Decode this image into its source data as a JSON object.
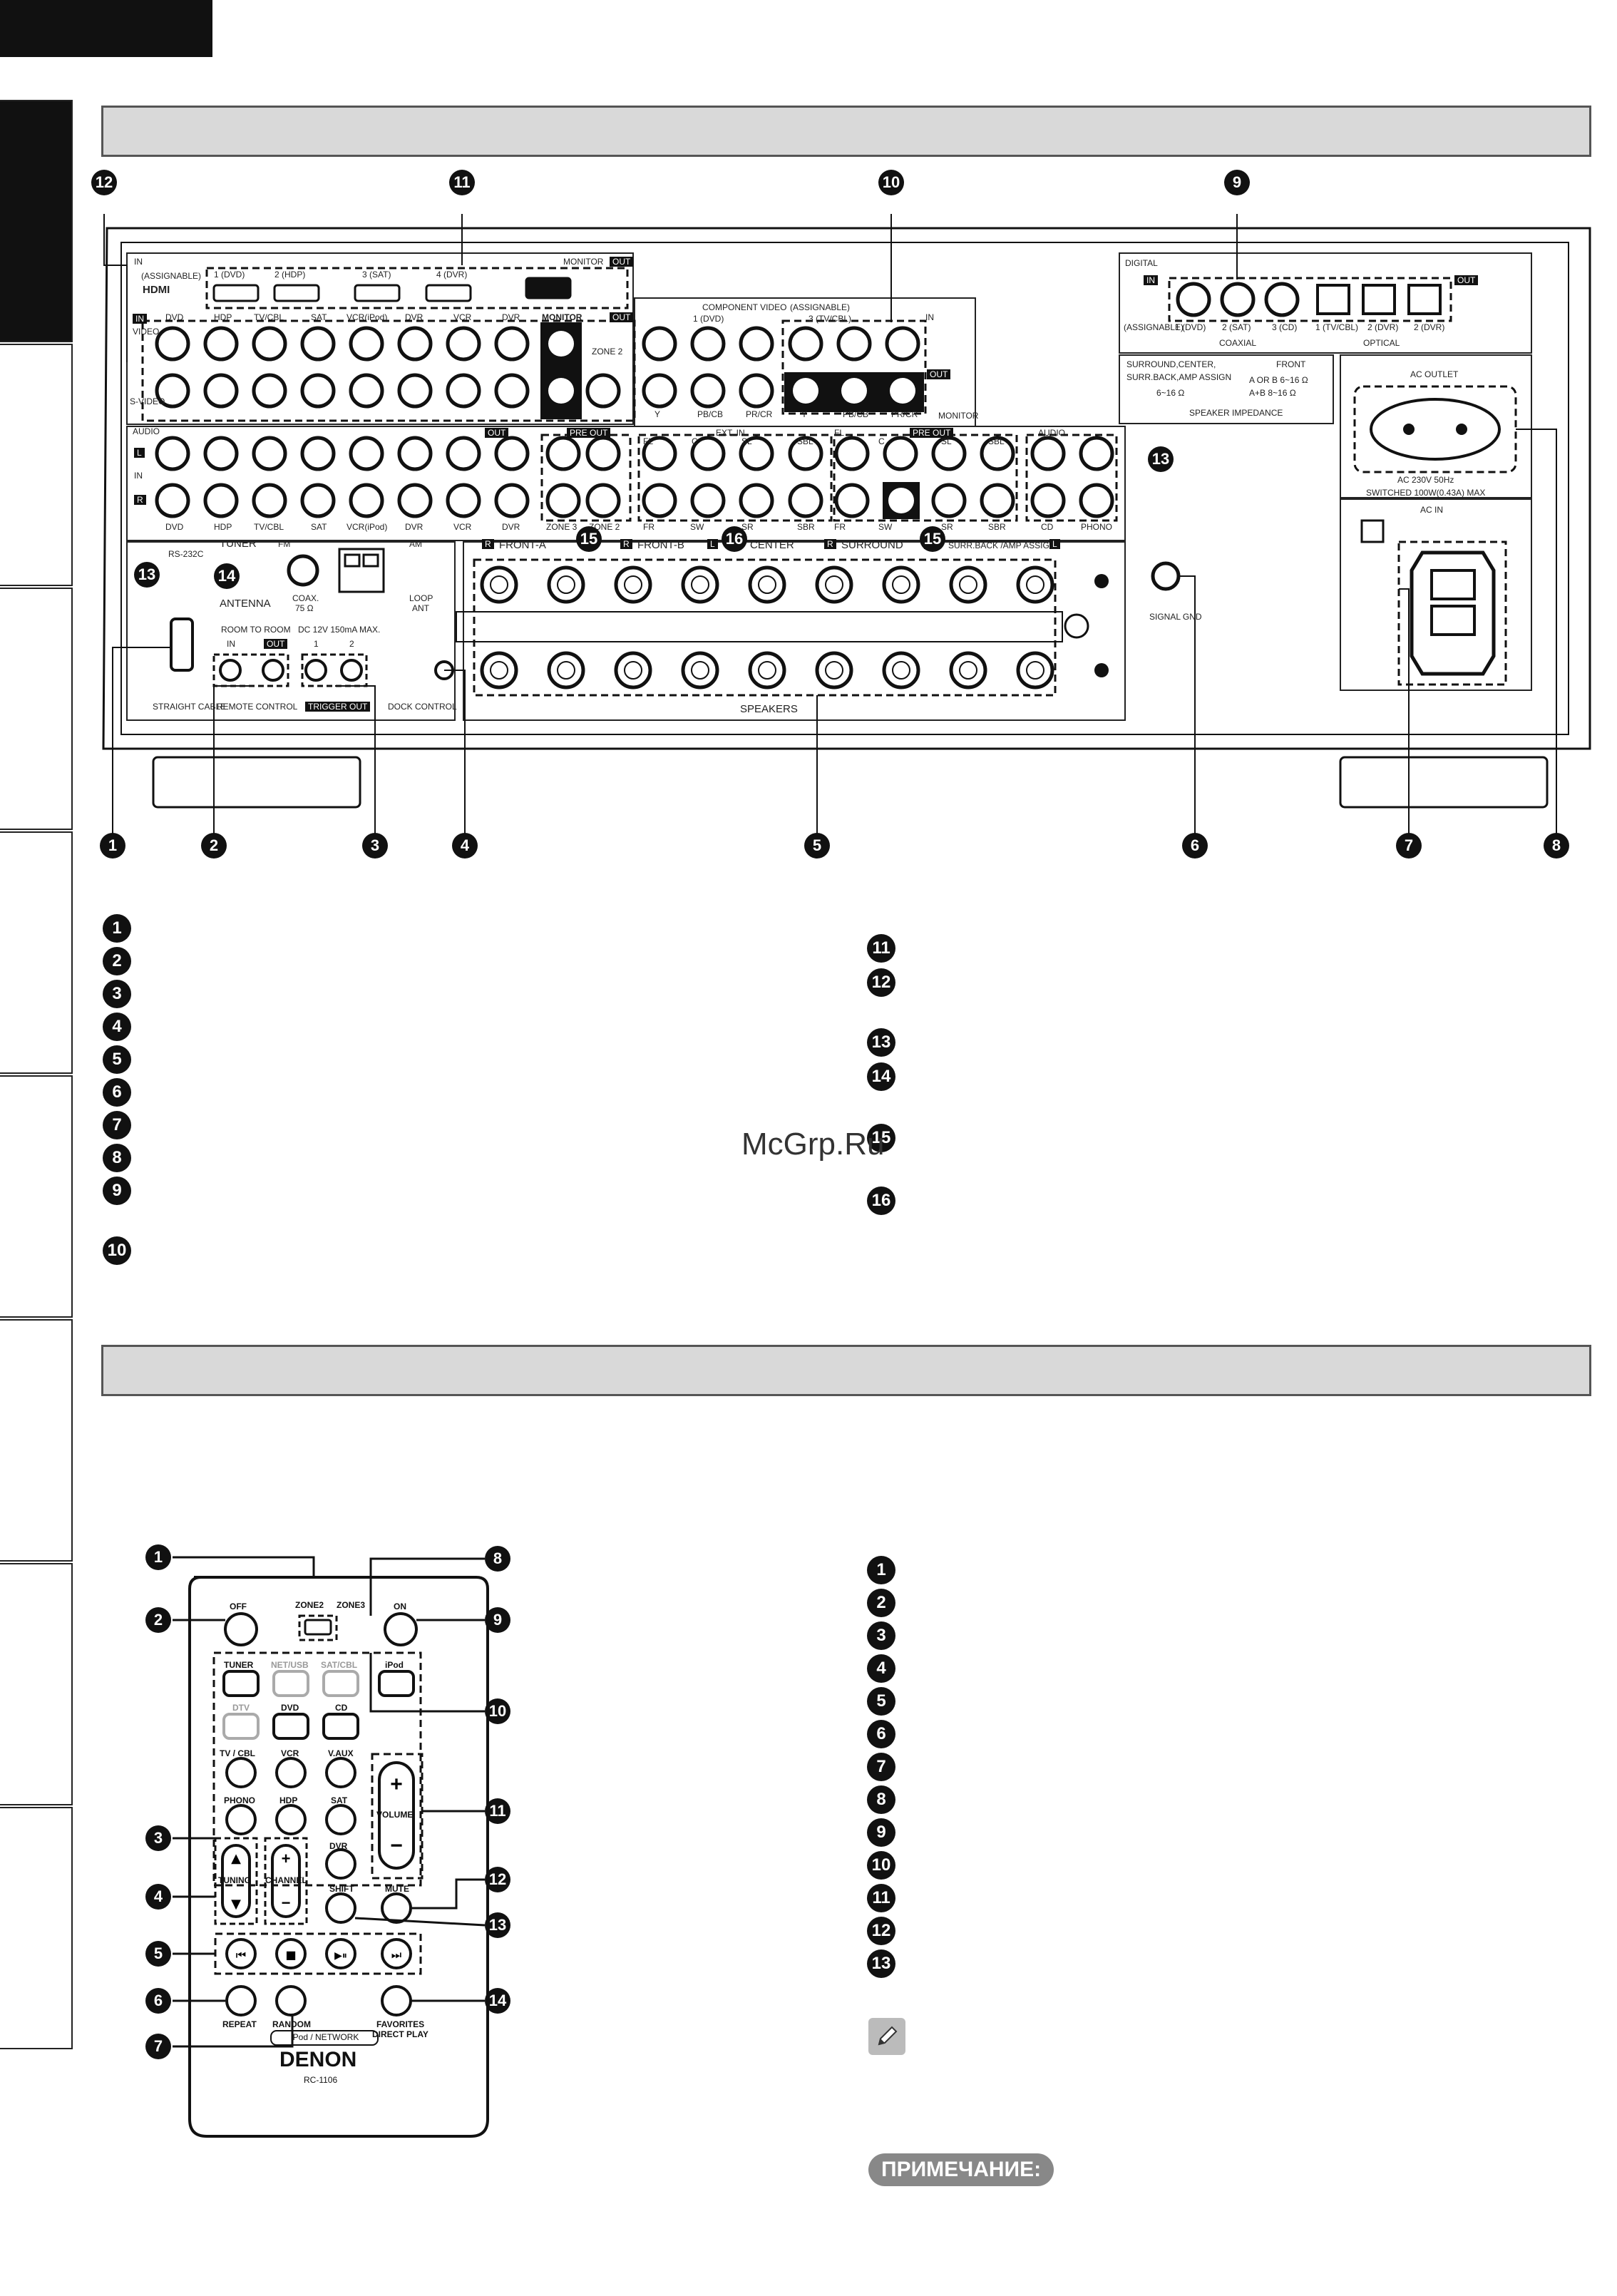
{
  "receiver": {
    "hdmi": {
      "in_tag": "IN",
      "assignable": "(ASSIGNABLE)",
      "title": "HDMI",
      "inputs": [
        "1   (DVD)",
        "2   (HDP)",
        "3   (SAT)",
        "4   (DVR)"
      ],
      "monitor": "MONITOR",
      "out_tag": "OUT"
    },
    "video": {
      "in_tag": "IN",
      "video": "VIDEO",
      "s_video": "S-VIDEO",
      "sources": [
        "DVD",
        "HDP",
        "TV/CBL",
        "SAT",
        "VCR(iPod)",
        "DVR",
        "VCR",
        "DVR"
      ],
      "monitor": "MONITOR",
      "out_tag": "OUT",
      "zone2": "ZONE 2"
    },
    "component": {
      "title": "COMPONENT  VIDEO",
      "assignable": "(ASSIGNABLE)",
      "col1": "1   (DVD)",
      "col2": "3   (TV/CBL)",
      "in_tag": "IN",
      "out_tag": "OUT",
      "channels": [
        "Y",
        "PB/CB",
        "PR/CR",
        "Y",
        "PB/CB",
        "PR/CR"
      ],
      "monitor": "MONITOR"
    },
    "digital": {
      "title": "DIGITAL",
      "in_tag": "IN",
      "out_tag": "OUT",
      "assignable": "(ASSIGNABLE)",
      "labels": [
        "1  (DVD)",
        "2  (SAT)",
        "3   (CD)",
        "1  (TV/CBL)",
        "2  (DVR)",
        "2  (DVR)"
      ],
      "coaxial": "COAXIAL",
      "optical": "OPTICAL"
    },
    "impedance": {
      "left1": "SURROUND,CENTER,",
      "left2": "SURR.BACK,AMP ASSIGN",
      "left3": "6~16 Ω",
      "front": "FRONT",
      "ab1": "A OR B    6~16 Ω",
      "ab2": "A+B       8~16 Ω",
      "title": "SPEAKER IMPEDANCE"
    },
    "ac_outlet": {
      "title": "AC OUTLET",
      "line1": "AC 230V   50Hz",
      "line2": "SWITCHED  100W(0.43A)  MAX"
    },
    "ac_in": "AC IN",
    "audio": {
      "title": "AUDIO",
      "l_tag": "L",
      "r_tag": "R",
      "in_tag": "IN",
      "out_tag": "OUT",
      "sources": [
        "DVD",
        "HDP",
        "TV/CBL",
        "SAT",
        "VCR(iPod)",
        "DVR",
        "VCR",
        "DVR",
        "ZONE 3",
        "ZONE 2"
      ],
      "preout": "PRE OUT",
      "ext_in": "EXT. IN",
      "ext_labels": [
        "FL",
        "C",
        "SL",
        "SBL",
        "FR",
        "SW",
        "SR",
        "SBR"
      ],
      "pre_labels": [
        "FL",
        "C",
        "SL",
        "SBL",
        "FR",
        "SW",
        "SR",
        "SBR"
      ],
      "cd": "CD",
      "phono": "PHONO",
      "audio_small": "AUDIO"
    },
    "tuner": {
      "rs232c": "RS-232C",
      "tuner": "TUNER",
      "fm": "FM",
      "am": "AM",
      "antenna": "ANTENNA",
      "coax": "COAX.",
      "ohm": "75 Ω",
      "loop": "LOOP",
      "ant": "ANT"
    },
    "lower": {
      "room_to_room": "ROOM TO ROOM",
      "in_tag": "IN",
      "out_tag": "OUT",
      "straight_cable": "STRAIGHT CABLE",
      "remote_control": "REMOTE CONTROL",
      "dc12v": "DC 12V 150mA MAX.",
      "trig1": "1",
      "trig2": "2",
      "trigger_out": "TRIGGER OUT",
      "dock_control": "DOCK CONTROL"
    },
    "speakers": {
      "groups": [
        "FRONT-A",
        "FRONT-B",
        "CENTER",
        "SURROUND",
        "SURR.BACK /AMP ASSIGN"
      ],
      "title": "SPEAKERS",
      "r_tag": "R",
      "l_tag": "L"
    },
    "signal_gnd": "SIGNAL GND"
  },
  "callouts_top": [
    "12",
    "11",
    "10",
    "9"
  ],
  "callouts_bottom": [
    "1",
    "2",
    "3",
    "4",
    "5",
    "6",
    "7",
    "8"
  ],
  "left_list": [
    "1",
    "2",
    "3",
    "4",
    "5",
    "6",
    "7",
    "8",
    "9",
    "10"
  ],
  "right_list": [
    "11",
    "12",
    "13",
    "14",
    "15",
    "16"
  ],
  "side_callouts": [
    "13",
    "13",
    "14",
    "15",
    "16",
    "15"
  ],
  "watermark": "McGrp.Ru",
  "remote": {
    "zone2": "ZONE2",
    "zone3": "ZONE3",
    "off": "OFF",
    "on": "ON",
    "sources": [
      "TUNER",
      "NET/USB",
      "SAT/CBL",
      "iPod",
      "DTV",
      "DVD",
      "CD",
      "TV / CBL",
      "VCR",
      "V.AUX",
      "PHONO",
      "HDP",
      "SAT",
      "DVR"
    ],
    "tuning": "TUNING",
    "channel": "CHANNEL",
    "volume": "VOLUME",
    "mute": "MUTE",
    "shift": "SHIFT",
    "repeat": "REPEAT",
    "random": "RANDOM",
    "favorites1": "FAVORITES",
    "favorites2": "DIRECT PLAY",
    "ipod_network": "iPod / NETWORK",
    "brand": "DENON",
    "model": "RC-1106",
    "callouts_left": [
      "1",
      "2",
      "3",
      "4",
      "5",
      "6",
      "7"
    ],
    "callouts_right": [
      "8",
      "9",
      "10",
      "11",
      "12",
      "13",
      "14"
    ]
  },
  "remote_list": [
    "1",
    "2",
    "3",
    "4",
    "5",
    "6",
    "7",
    "8",
    "9",
    "10",
    "11",
    "12",
    "13"
  ],
  "note_label": "ПРИМЕЧАНИЕ:"
}
